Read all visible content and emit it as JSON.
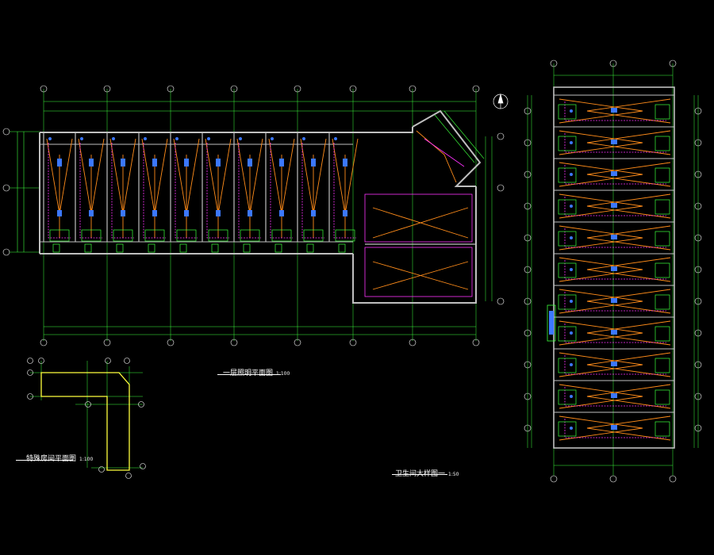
{
  "drawing": {
    "title_plan_main": "一层照明平面图",
    "scale_plan_main": "1:100",
    "note_plan_main": "",
    "title_plan_small": "特殊房间平面图",
    "scale_plan_small": "1:100",
    "title_plan_right": "卫生间大样图一",
    "scale_plan_right": "1:50"
  },
  "colors": {
    "background": "#000000",
    "wall": "#ffffff",
    "gridline": "#3cff3c",
    "dimension": "#3cff3c",
    "lighting_circuit": "#ff8c1a",
    "power_circuit": "#ff32ff",
    "fixture": "#3c78ff",
    "bath_fixture": "#3cff3c",
    "outline": "#ffff3c",
    "axis_bubble": "#ffffff",
    "text_red": "#ff4040"
  }
}
